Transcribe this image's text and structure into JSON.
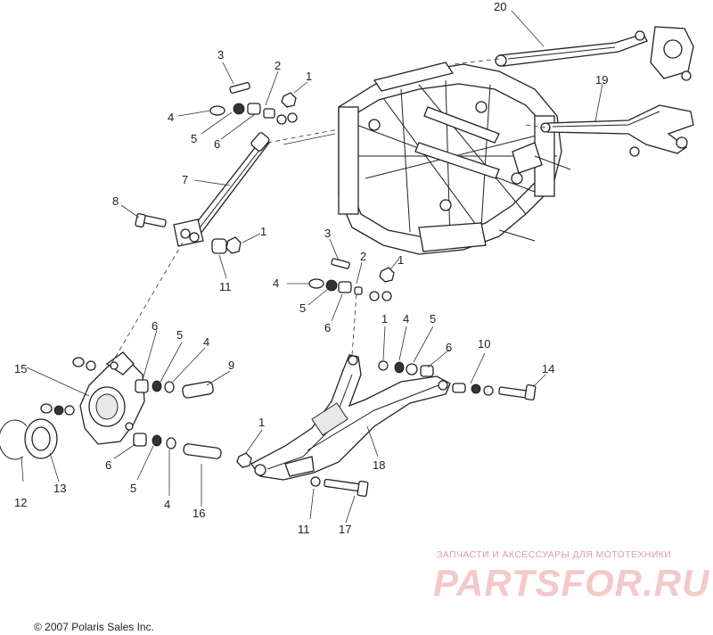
{
  "callouts": {
    "c1a": "1",
    "c2a": "2",
    "c3a": "3",
    "c4a": "4",
    "c5a": "5",
    "c6a": "6",
    "c7": "7",
    "c8": "8",
    "c1b": "1",
    "c11a": "11",
    "c3b": "3",
    "c2b": "2",
    "c1c": "1",
    "c4b": "4",
    "c5b": "5",
    "c6b": "6",
    "c20": "20",
    "c19": "19",
    "c15": "15",
    "c6c": "6",
    "c5c": "5",
    "c4c": "4",
    "c9": "9",
    "c12": "12",
    "c13": "13",
    "c6d": "6",
    "c5d": "5",
    "c4d": "4",
    "c16": "16",
    "c1d": "1",
    "c4e": "4",
    "c5e": "5",
    "c6e": "6",
    "c10": "10",
    "c14": "14",
    "c1e": "1",
    "c18": "18",
    "c11b": "11",
    "c17": "17"
  },
  "watermark": {
    "tagline": "ЗАПЧАСТИ И АКСЕССУАРЫ ДЛЯ МОТОТЕХНИКИ",
    "logo": "PARTSFOR.RU"
  },
  "copyright": "© 2007 Polaris Sales Inc.",
  "colors": {
    "line": "#222222",
    "watermark": "#f3c9c9"
  }
}
